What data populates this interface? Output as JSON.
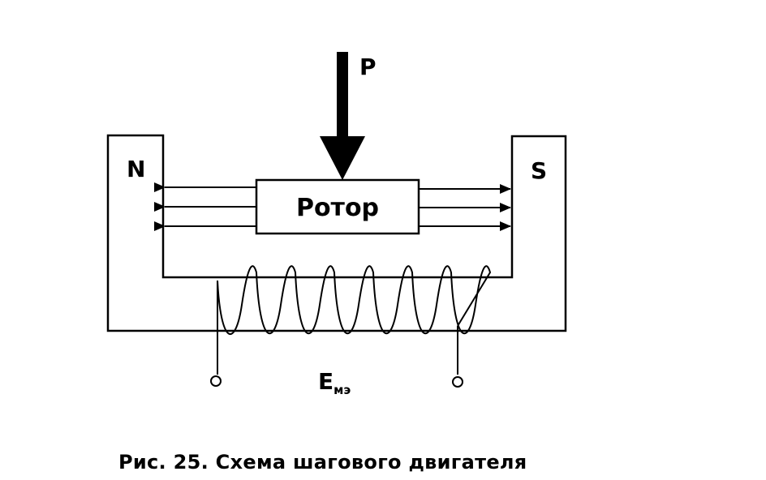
{
  "diagram": {
    "force_label": "P",
    "north_label": "N",
    "south_label": "S",
    "rotor_label": "Ротор",
    "emf_label": "E",
    "emf_subscript": "мэ"
  },
  "caption": "Рис. 25. Схема шагового двигателя"
}
